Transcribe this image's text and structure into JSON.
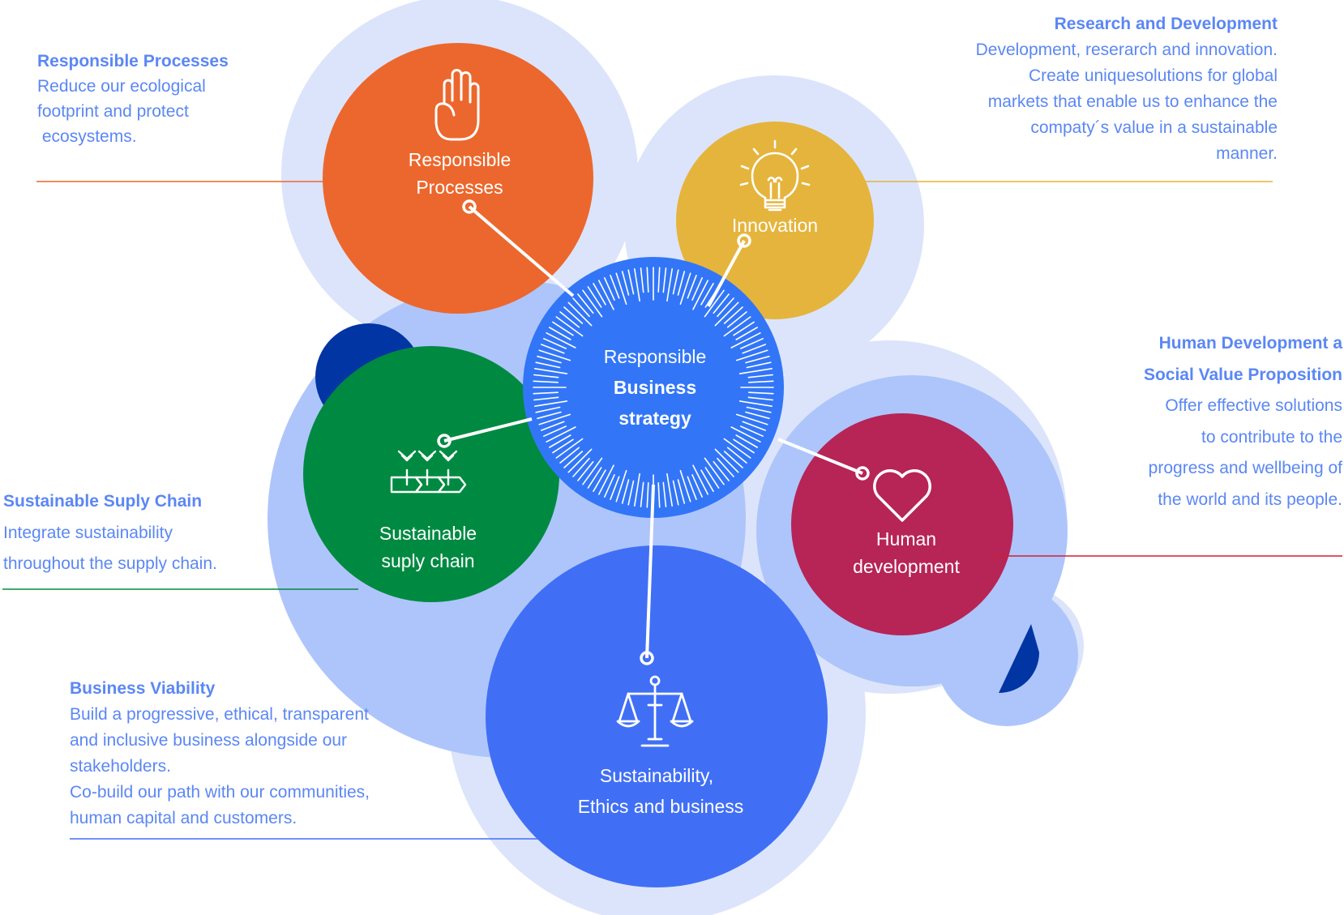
{
  "colors": {
    "halo": "#dbe4fb",
    "halo_mid": "#aec5fb",
    "orange": "#ec672d",
    "yellow": "#e5b43c",
    "green": "#008a41",
    "blue": "#406ff6",
    "center": "#3276f7",
    "magenta": "#b72456",
    "navy": "#0035a3",
    "text_blue": "#5b87f5"
  },
  "center": {
    "line1": "Responsible",
    "line2": "Business",
    "line3": "strategy"
  },
  "nodes": {
    "responsible_processes": {
      "line1": "Responsible",
      "line2": "Processes",
      "icon": "raised-hand-icon"
    },
    "innovation": {
      "label": "Innovation",
      "icon": "lightbulb-icon"
    },
    "supply_chain": {
      "line1": "Sustainable",
      "line2": "suply chain",
      "icon": "supply-chain-arrows-icon"
    },
    "human_development": {
      "line1": "Human",
      "line2": "development",
      "icon": "heart-icon"
    },
    "sustainability": {
      "line1": "Sustainability,",
      "line2": "Ethics and business",
      "icon": "balance-scale-icon"
    }
  },
  "callouts": {
    "responsible_processes": {
      "title": "Responsible Processes",
      "lines": [
        "Reduce our ecological",
        "footprint and protect",
        " ecosystems."
      ]
    },
    "research": {
      "title": "Research and Development",
      "lines": [
        "Development, reserarch and innovation.",
        "Create uniquesolutions for global",
        "markets that enable us to enhance the",
        "compaty´s value in a sustainable",
        "manner."
      ]
    },
    "human": {
      "title1": "Human Development a",
      "title2": "Social Value Proposition",
      "lines": [
        "Offer effective solutions",
        "to contribute to the",
        "progress and wellbeing of",
        "the world and its people."
      ]
    },
    "supply": {
      "title": "Sustainable Suply Chain",
      "lines": [
        "Integrate sustainability",
        "throughout the supply chain."
      ]
    },
    "viability": {
      "title": "Business Viability",
      "lines": [
        "Build a progressive, ethical, transparent",
        "and inclusive business alongside our",
        "stakeholders.",
        "Co-build our path with our communities,",
        "human capital and customers."
      ]
    }
  }
}
